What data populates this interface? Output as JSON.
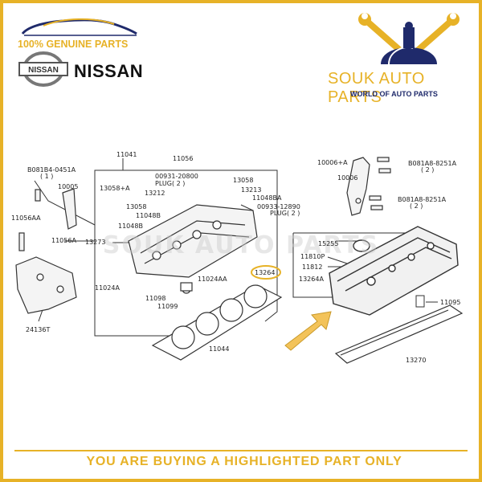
{
  "header": {
    "genuine_text": "100% GENUINE PARTS",
    "brand_name": "NISSAN",
    "brand_badge": "NISSAN",
    "store_name": "SOUK AUTO PARTS",
    "store_tagline": "WORLD OF AUTO PARTS",
    "accent_color": "#e7b227",
    "navy_color": "#1f2a6b"
  },
  "diagram": {
    "labels": {
      "l11041": "11041",
      "l11056": "11056",
      "l10006a": "10006+A",
      "l081a8a": "B081A8-8251A",
      "l081a8a_q": "( 2 )",
      "l10006": "10006",
      "l081a8b": "B081A8-8251A",
      "l081a8b_q": "( 2 )",
      "l081b4": "B081B4-0451A",
      "l081b4_q": "( 1 )",
      "l10005": "10005",
      "l13058a": "13058+A",
      "l00931": "00931-20800",
      "l00931_plug": "PLUG( 2 )",
      "l13058r": "13058",
      "l13213": "13213",
      "l13212": "13212",
      "l11048ba": "11048BA",
      "l13058b": "13058",
      "l00933": "00933-12890",
      "l00933_plug": "PLUG( 2 )",
      "l11048b": "11048B",
      "l11048b2": "11048B",
      "l11056aa": "11056AA",
      "l11056a": "11056A",
      "l13273": "13273",
      "l15255": "15255",
      "l11810p": "11810P",
      "l11812": "11812",
      "l13264": "13264",
      "l13264a": "13264A",
      "l11024a": "11024A",
      "l11024aa": "11024AA",
      "l11098": "11098",
      "l11099": "11099",
      "l11095": "11095",
      "l24136t": "24136T",
      "l11044": "11044",
      "l13270": "13270"
    }
  },
  "footer": {
    "notice": "YOU ARE BUYING A HIGHLIGHTED PART ONLY"
  }
}
